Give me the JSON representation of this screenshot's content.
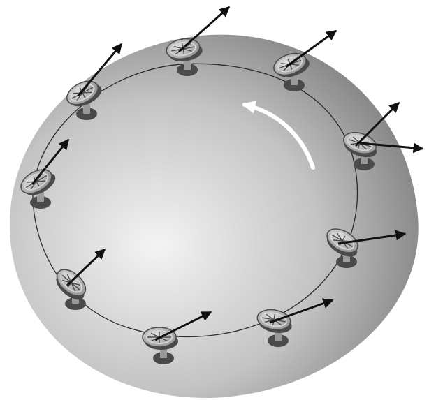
{
  "figure": {
    "colors": {
      "background": "#ffffff",
      "sphere_light": "#f4f4f4",
      "sphere_mid": "#bdbdbd",
      "sphere_dark": "#7a7a7a",
      "orbit": "#2a2a2a",
      "arrow": "#111111",
      "rotation_arrow": "#ffffff",
      "gyro_body": "#9a9a9a",
      "gyro_rim": "#d4d4d4",
      "gyro_dark": "#4a4a4a"
    },
    "elements": {
      "sphere": "sphere-surface",
      "orbit": "circular-path",
      "rotation_indicator": "counterclockwise-rotation-arrow",
      "gyroscope_icon": "gyroscope-wheel-icon",
      "vector_icon": "spin-axis-arrow"
    },
    "gyroscope_count": 9
  }
}
